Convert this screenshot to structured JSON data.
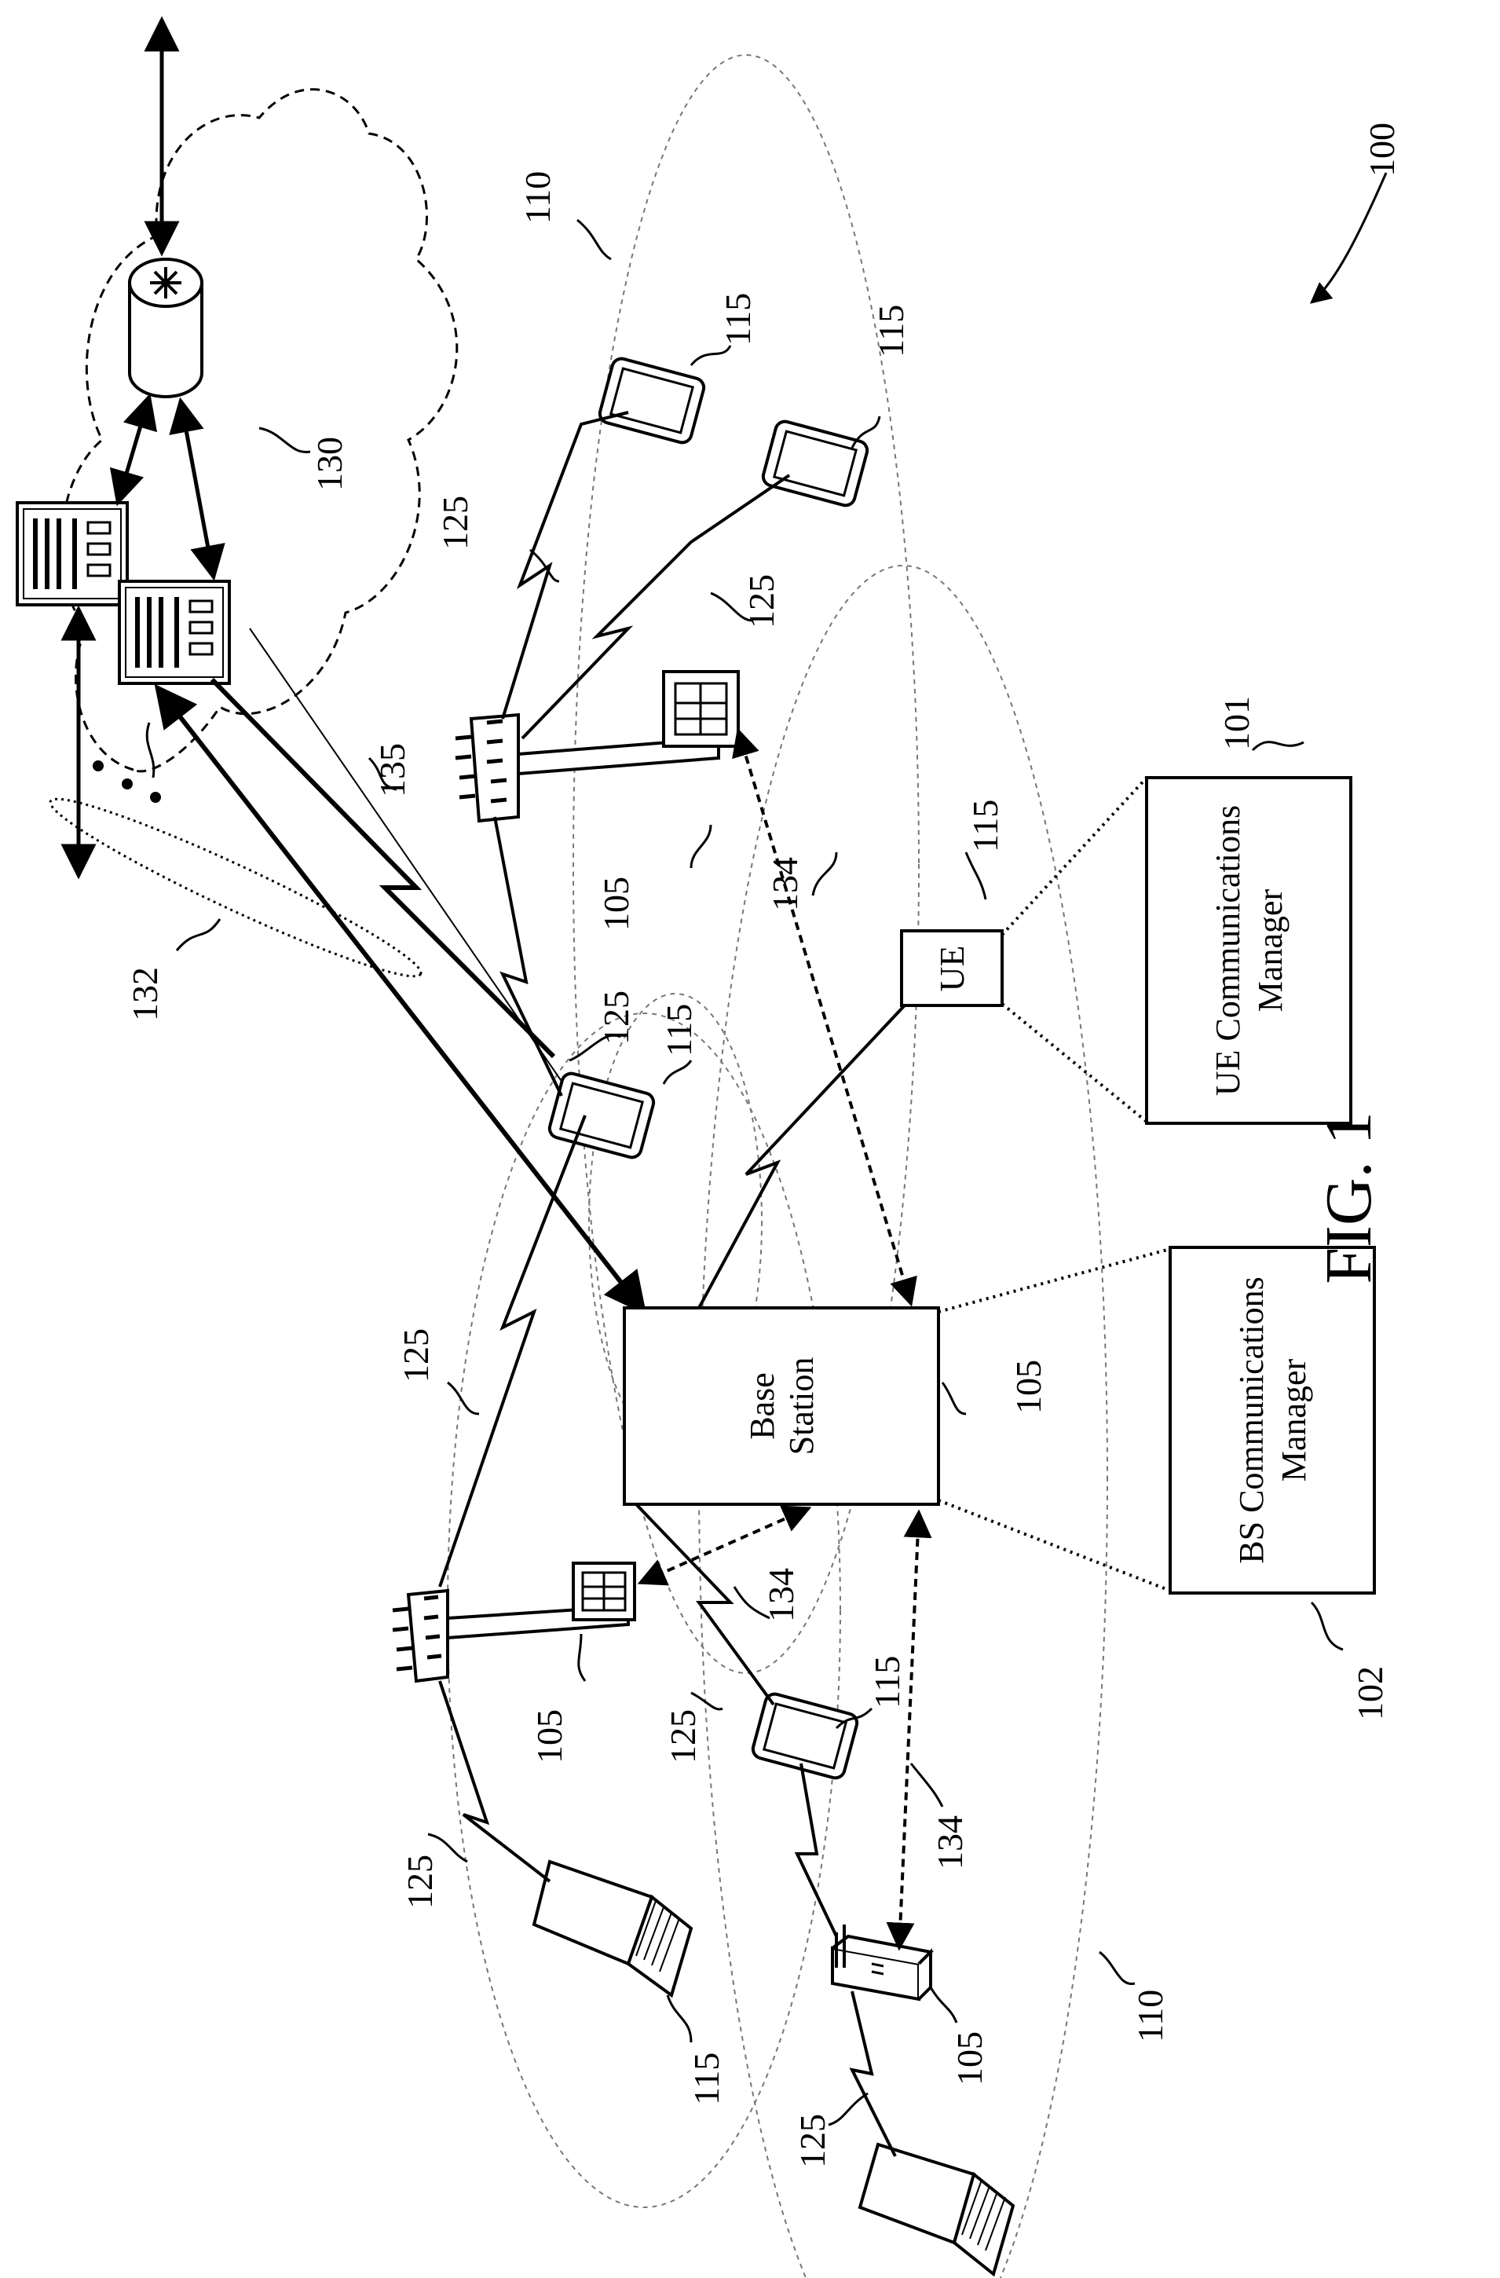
{
  "figure": {
    "title": "FIG. 1",
    "system_ref": "100",
    "base_station_label": [
      "Base",
      "Station"
    ],
    "ue_label": "UE",
    "bs_manager_label": [
      "BS Communications",
      "Manager"
    ],
    "ue_manager_label": [
      "UE Communications",
      "Manager"
    ]
  },
  "refs": {
    "r100": "100",
    "r101": "101",
    "r102": "102",
    "r105_bs": "105",
    "r105_top": "105",
    "r105_left": "105",
    "r105_small": "105",
    "r110_top": "110",
    "r110_bottom": "110",
    "r115_tab1": "115",
    "r115_tab2": "115",
    "r115_ue": "115",
    "r115_mid": "115",
    "r115_tab3": "115",
    "r115_lap1": "115",
    "r125_a": "125",
    "r125_b": "125",
    "r125_c": "125",
    "r125_d": "125",
    "r125_e": "125",
    "r125_f": "125",
    "r125_g": "125",
    "r130": "130",
    "r132": "132",
    "r134_a": "134",
    "r134_b": "134",
    "r134_c": "134",
    "r135": "135"
  }
}
